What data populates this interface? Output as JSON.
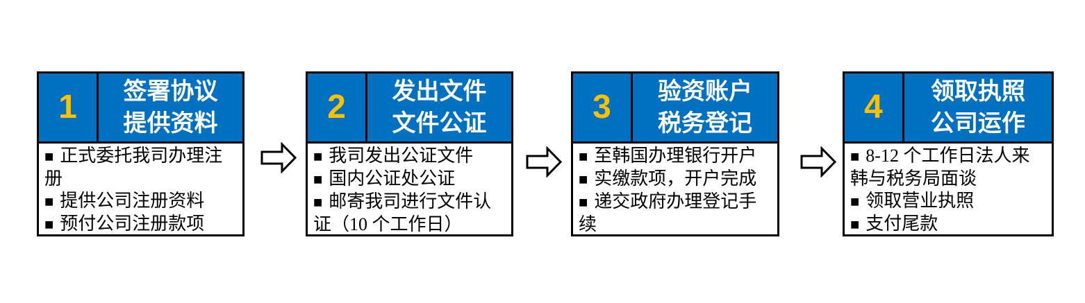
{
  "colors": {
    "header_blue": "#0070C0",
    "number_gold": "#FFC000",
    "title_white": "#FFFFFF",
    "border_black": "#000000",
    "body_text": "#000000"
  },
  "bullet": "■",
  "steps": [
    {
      "number": "1",
      "title_line1": "签署协议",
      "title_line2": "提供资料",
      "items": [
        "正式委托我司办理注册",
        "提供公司注册资料",
        "预付公司注册款项"
      ]
    },
    {
      "number": "2",
      "title_line1": "发出文件",
      "title_line2": "文件公证",
      "items": [
        "我司发出公证文件",
        "国内公证处公证",
        "邮寄我司进行文件认证（10 个工作日）"
      ]
    },
    {
      "number": "3",
      "title_line1": "验资账户",
      "title_line2": "税务登记",
      "items": [
        "至韩国办理银行开户",
        "实缴款项，开户完成",
        "递交政府办理登记手续"
      ]
    },
    {
      "number": "4",
      "title_line1": "领取执照",
      "title_line2": "公司运作",
      "items": [
        "8-12 个工作日法人来韩与税务局面谈",
        "领取营业执照",
        "支付尾款"
      ]
    }
  ]
}
